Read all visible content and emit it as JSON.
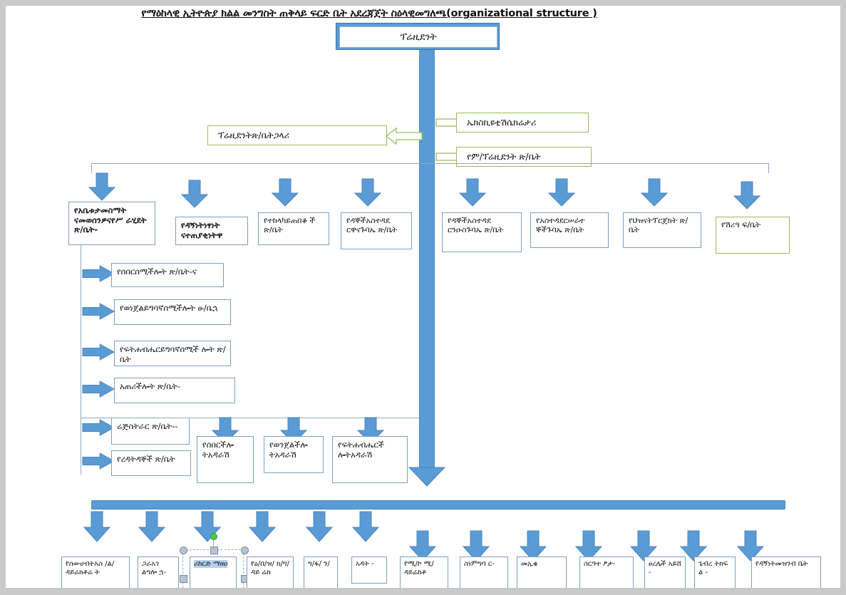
{
  "document": {
    "title": "የማዕከላዊ ኢትዮጵያ ክልል መንግስት ጠቅላይ ፍርድ ቤት አደረጃጀት ስዕላዊመግለጫ(organizational structure )"
  },
  "colors": {
    "accent_blue": "#5b9bd5",
    "box_border_blue": "#7ba0c4",
    "box_border_green": "#9bbb59",
    "line": "#8fa9c0",
    "selection_fill": "#b6d0ec",
    "rotate_handle_green": "#46d146"
  },
  "top": {
    "president": "ፕሬዚደንት"
  },
  "staff": {
    "left": "ፕሬዚደንትጽ/ቤትጋላሪ",
    "right_top": "ኤክስኪዩቲሽሴክሬታሪ",
    "right_bottom": "የም/ፕሬዚደንት ጽ/ቤት"
  },
  "departments": [
    {
      "name": "የአቤቱታመስማት ናመወሰንዎናየሥ ራሂደት ጽ/ቤት-",
      "style": "bold"
    },
    {
      "name": "የዳኝነትነፃነት ናተጠያቂነትዋ",
      "style": "bold"
    },
    {
      "name": "የተከላካይጠበቆ ች ጽ/ቤት",
      "style": "plain"
    },
    {
      "name": "የዳኞችአስተዳደ ርዋናጉባኤ ጽ/ቤት",
      "style": "plain"
    },
    {
      "name": "የዳኞችአስተዳደ ርንዑስጉባኤ ጽ/ቤት",
      "style": "plain"
    },
    {
      "name": "የአስተዳደርሠራተ ኞችጉባኤ ጽ/ቤት",
      "style": "plain"
    },
    {
      "name": "የህዝናትፕርጀክት ጽ/ቤት",
      "style": "plain"
    },
    {
      "name": "የሽሪዓ ፍ/ቤት",
      "style": "green"
    }
  ],
  "sub_units": [
    "የሰበርሰሚችሎት ጽ/ቤት-ና",
    "የወነጀልይግባኛሰሚችሎት ፁ/ቤኋ",
    "የፍትሐብሔርይግባኛሰሚች ሎት ጽ/ቤት",
    "አጠሪችሎት ጽ/ቤት-",
    "ሬጅስትራር ጽ/ቤት--",
    "የረዳትዳኞች ጽ/ቤት"
  ],
  "courts": [
    "የሰበርችሎ ትአዳራሽ",
    "የወንጀልችሎ ትአዳራሽ",
    "የፍትሐብሔርች ሎትአዳራሽ"
  ],
  "bottom_units": [
    {
      "label": "የሰውሀብትአስ /ል/ዳይሬክቶሬ ት",
      "selected": false
    },
    {
      "label": "ጋራአገ ልግሎ ኋ-",
      "selected": false
    },
    {
      "label": "ሪከርድ ማዘዐ",
      "selected": true
    },
    {
      "label": "የዕ/በ/ዝ/ ክ/ግ/ዳይ ሬክ",
      "selected": false
    },
    {
      "label": "ግ/ፋ/ ን/",
      "selected": false
    },
    {
      "label": "አዳት -",
      "selected": false
    },
    {
      "label": "የሚ/ኮ ሚ/ ዳይሬክቶ",
      "selected": false
    },
    {
      "label": "ስነምግባ ር-",
      "selected": false
    },
    {
      "label": "መኢቄ",
      "selected": false
    },
    {
      "label": "ስርዓተ ፆታ-",
      "selected": false
    },
    {
      "label": "ፀረሌች አይሸ -",
      "selected": false
    },
    {
      "label": "ጌብረ ትክፍ ል -",
      "selected": false
    },
    {
      "label": "የዳኝነትመዝገብ ቤት",
      "selected": false
    }
  ]
}
